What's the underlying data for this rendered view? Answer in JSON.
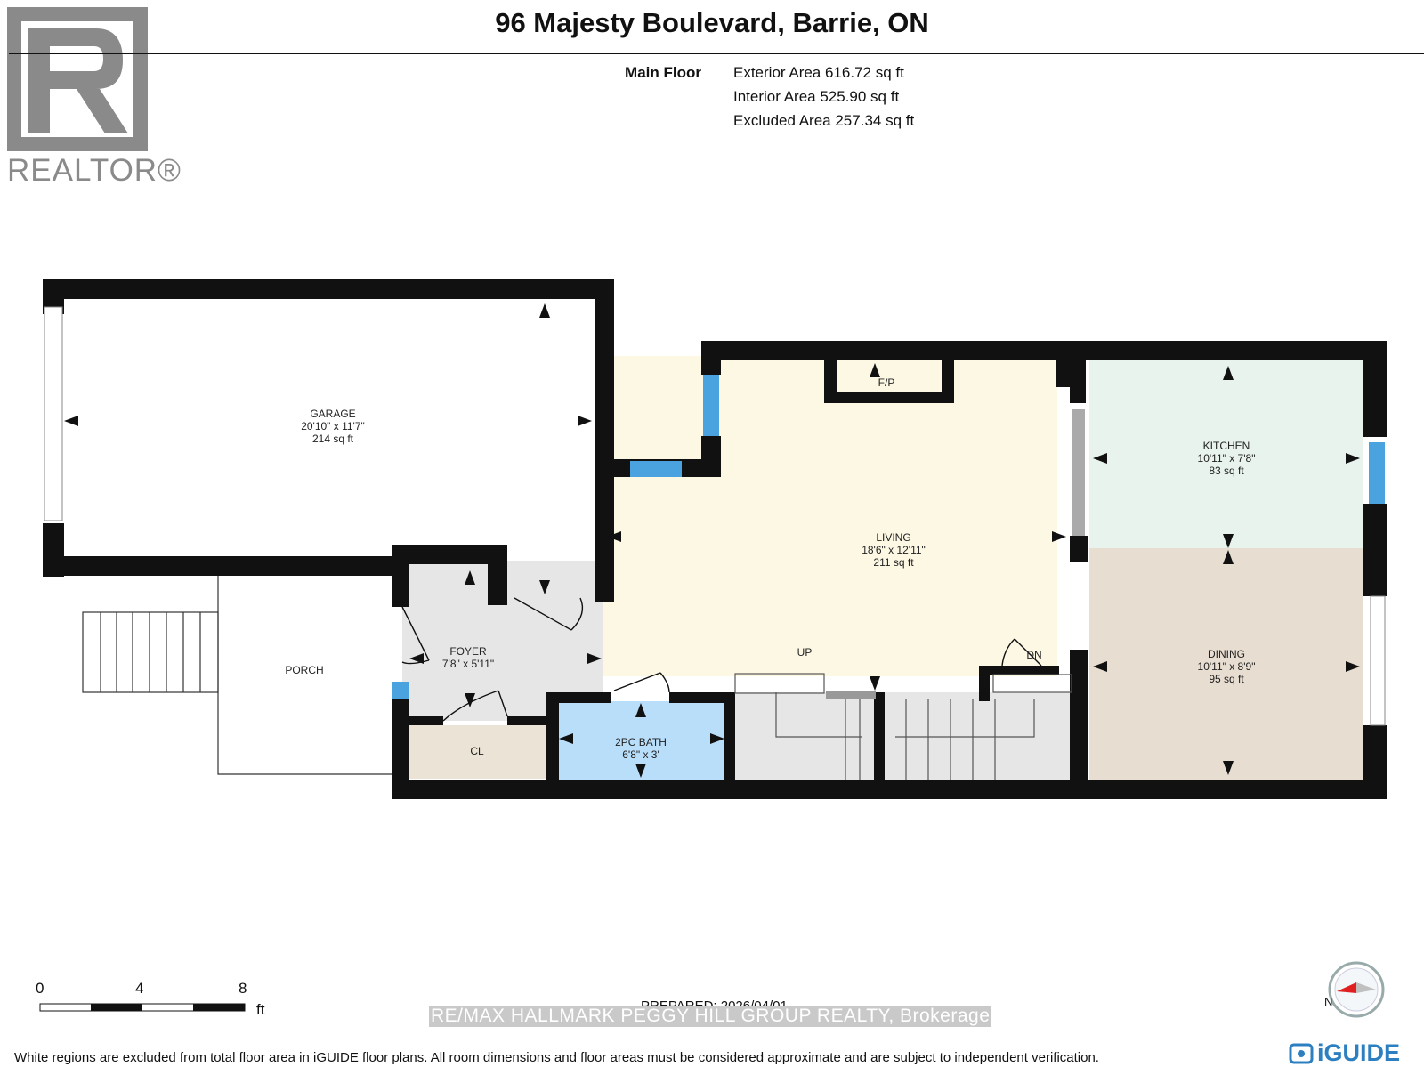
{
  "header": {
    "title": "96 Majesty Boulevard, Barrie, ON",
    "floor_name": "Main Floor",
    "areas": [
      "Exterior Area 616.72 sq ft",
      "Interior Area 525.90 sq ft",
      "Excluded Area 257.34 sq ft"
    ]
  },
  "logo": {
    "realtor_text": "REALTOR®",
    "icon": "realtor-r-logo"
  },
  "rooms": {
    "garage": {
      "name": "GARAGE",
      "dims": "20'10\" x 11'7\"",
      "area": "214 sq ft"
    },
    "living": {
      "name": "LIVING",
      "dims": "18'6\" x 12'11\"",
      "area": "211 sq ft"
    },
    "kitchen": {
      "name": "KITCHEN",
      "dims": "10'11\" x 7'8\"",
      "area": "83 sq ft"
    },
    "dining": {
      "name": "DINING",
      "dims": "10'11\" x 8'9\"",
      "area": "95 sq ft"
    },
    "foyer": {
      "name": "FOYER",
      "dims": "7'8\" x 5'11\""
    },
    "bath": {
      "name": "2PC BATH",
      "dims": "6'8\" x 3'"
    },
    "closet": {
      "name": "CL"
    },
    "porch": {
      "name": "PORCH"
    },
    "fireplace": {
      "name": "F/P"
    },
    "stairs_up": {
      "name": "UP"
    },
    "stairs_down": {
      "name": "DN"
    }
  },
  "colors": {
    "wall": "#111111",
    "window": "#4aa3df",
    "living_fill": "#fdf8e4",
    "kitchen_fill": "#e7f3ec",
    "dining_fill": "#e7ddd0",
    "bath_fill": "#b9defa",
    "closet_fill": "#ebe3d5",
    "foyer_fill": "#e6e6e6",
    "stairs_fill": "#e6e6e6",
    "compass_red": "#e02020"
  },
  "scale": {
    "labels": [
      "0",
      "4",
      "8"
    ],
    "unit": "ft"
  },
  "footer": {
    "prepared": "PREPARED: 2026/04/01",
    "brokerage": "RE/MAX HALLMARK PEGGY HILL GROUP REALTY, Brokerage",
    "disclaimer": "White regions are excluded from total floor area in iGUIDE floor plans. All room dimensions and floor areas must be considered approximate and are subject to independent verification.",
    "brand": "iGUIDE",
    "compass_letter": "N"
  }
}
